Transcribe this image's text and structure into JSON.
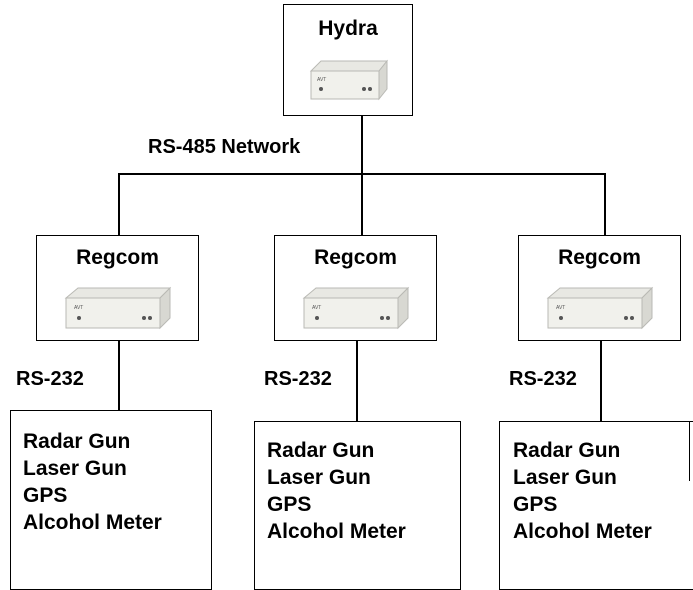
{
  "hub": {
    "title": "Hydra",
    "device_icon": "network-device-unit"
  },
  "network_label": "RS-485 Network",
  "nodes": [
    {
      "title": "Regcom",
      "link_label": "RS-232",
      "devices": [
        "Radar Gun",
        "Laser Gun",
        "GPS",
        "Alcohol Meter"
      ]
    },
    {
      "title": "Regcom",
      "link_label": "RS-232",
      "devices": [
        "Radar Gun",
        "Laser Gun",
        "GPS",
        "Alcohol Meter"
      ]
    },
    {
      "title": "Regcom",
      "link_label": "RS-232",
      "devices": [
        "Radar Gun",
        "Laser Gun",
        "GPS",
        "Alcohol Meter"
      ]
    }
  ]
}
